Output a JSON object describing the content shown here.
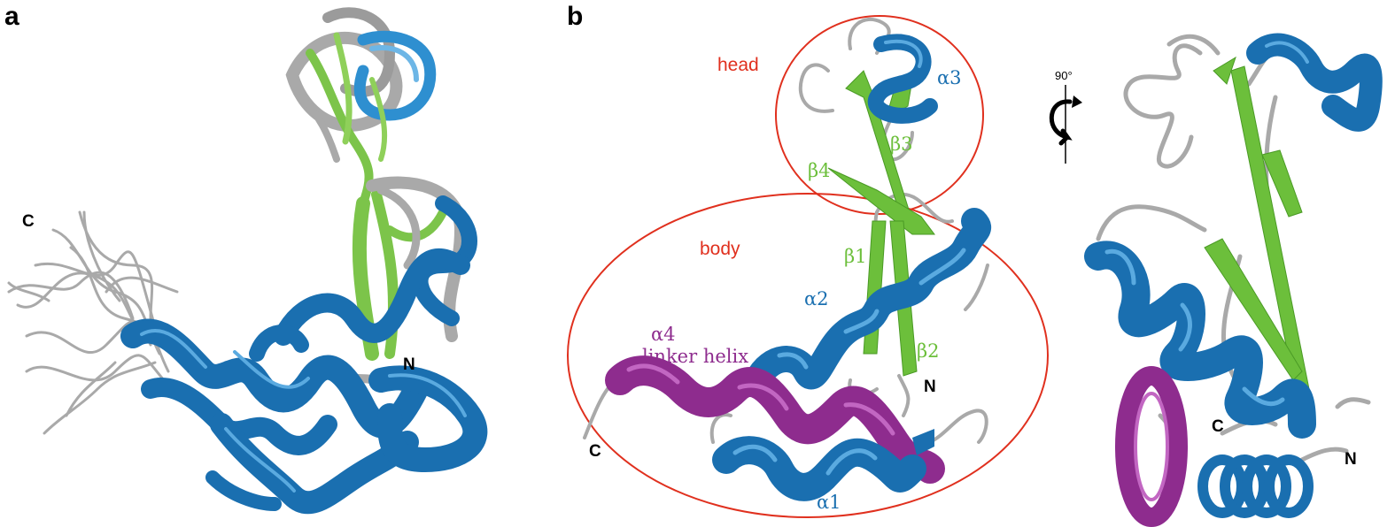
{
  "panels": {
    "a": {
      "letter": "a",
      "terminal_c": "C",
      "terminal_n": "N"
    },
    "b": {
      "letter": "b",
      "region_head": "head",
      "region_body": "body",
      "labels": {
        "alpha1": "α1",
        "alpha2": "α2",
        "alpha3": "α3",
        "alpha4": "α4",
        "linker": "linker helix",
        "beta1": "β1",
        "beta2": "β2",
        "beta3": "β3",
        "beta4": "β4"
      },
      "terminal_c": "C",
      "terminal_n": "N"
    },
    "rotated": {
      "rotation": "90°",
      "terminal_c": "C",
      "terminal_n": "N"
    }
  },
  "colors": {
    "helix": "#1a6fb0",
    "helix_dark": "#0d4f86",
    "strand": "#6cbf3b",
    "strand_dark": "#4a9a25",
    "linker_helix": "#8e2c8e",
    "loop": "#a9a9a9",
    "annotation": "#e0301e"
  }
}
